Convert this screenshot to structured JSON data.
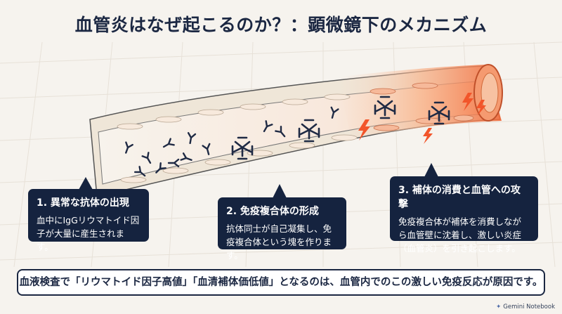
{
  "title": "血管炎はなぜ起こるのか？：顕微鏡下のメカニズム",
  "steps": [
    {
      "heading": "1. 異常な抗体の出現",
      "body": "血中にIgGリウマトイド因子が大量に産生されます。"
    },
    {
      "heading": "2. 免疫複合体の形成",
      "body": "抗体同士が自己凝集し、免疫複合体という塊を作ります。"
    },
    {
      "heading": "3. 補体の消費と血管への攻撃",
      "body": "免疫複合体が補体を消費しながら血管壁に沈着し、激しい炎症（血管炎）を引き起こします。"
    }
  ],
  "footer": "血液検査で「リウマトイド因子高値」「血清補体価低値」となるのは、血管内でのこの激しい免疫反応が原因です。",
  "brand": "Gemini Notebook",
  "colors": {
    "navy": "#15233f",
    "inflamed": "#f26a3a",
    "vessel_wall": "#f3ede2"
  }
}
